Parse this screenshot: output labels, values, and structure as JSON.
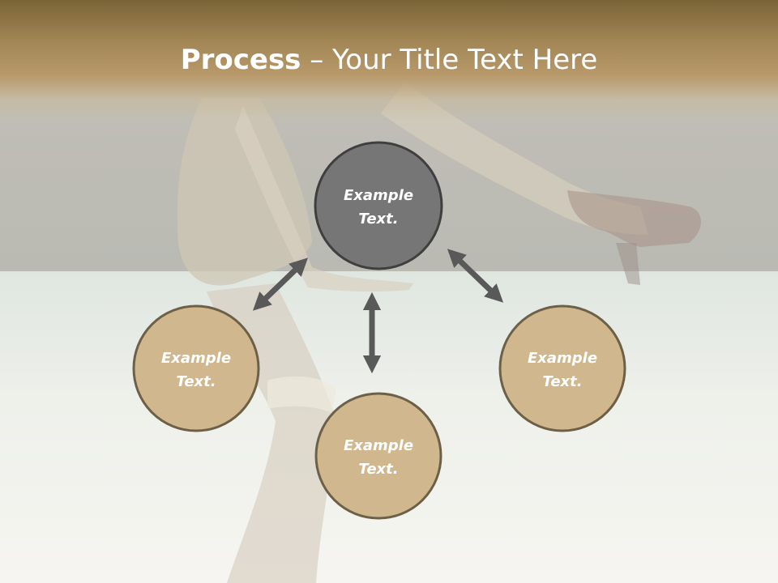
{
  "title": {
    "bold": "Process",
    "rest": " – Your Title Text Here"
  },
  "nodes": {
    "top": {
      "line1": "Example",
      "line2": "Text."
    },
    "left": {
      "line1": "Example",
      "line2": "Text."
    },
    "bottom": {
      "line1": "Example",
      "line2": "Text."
    },
    "right": {
      "line1": "Example",
      "line2": "Text."
    }
  },
  "colors": {
    "center_fill": "#767676",
    "outer_fill": "#d0b78e",
    "stroke": "#5e5a50",
    "arrow": "#595959"
  }
}
